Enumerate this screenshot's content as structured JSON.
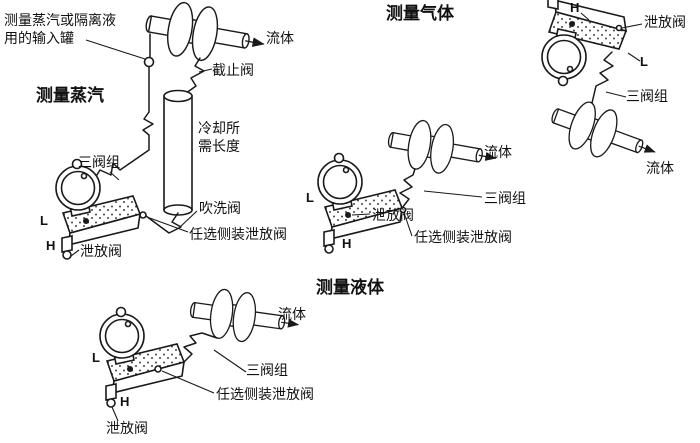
{
  "figures": {
    "steam": {
      "title": "测量蒸汽",
      "input_tank_label_line1": "测量蒸汽或隔离液",
      "input_tank_label_line2": "用的输入罐",
      "fluid_label": "流体",
      "stop_valve_label": "截止阀",
      "cooling_length_line1": "冷却所",
      "cooling_length_line2": "需长度",
      "manifold_label": "三阀组",
      "port_low": "L",
      "port_high": "H",
      "drain_valve_label": "泄放阀",
      "purge_valve_label": "吹洗阀",
      "optional_side_drain_label": "任选侧装泄放阀"
    },
    "gas_variant": {
      "fluid_label": "流体",
      "manifold_label": "三阀组",
      "drain_valve_label": "泄放阀",
      "optional_side_drain_label": "任选侧装泄放阀",
      "port_low": "L",
      "port_high": "H"
    },
    "gas": {
      "title": "测量气体",
      "port_high": "H",
      "port_low": "L",
      "drain_valve_label": "泄放阀",
      "manifold_label": "三阀组",
      "fluid_label": "流体"
    },
    "liquid": {
      "title": "测量液体",
      "fluid_label": "流体",
      "manifold_label": "三阀组",
      "optional_side_drain_label": "任选侧装泄放阀",
      "port_low": "L",
      "port_high": "H",
      "drain_valve_label": "泄放阀"
    }
  },
  "colors": {
    "line": "#1a1a1a",
    "background": "#ffffff",
    "text": "#111111"
  }
}
